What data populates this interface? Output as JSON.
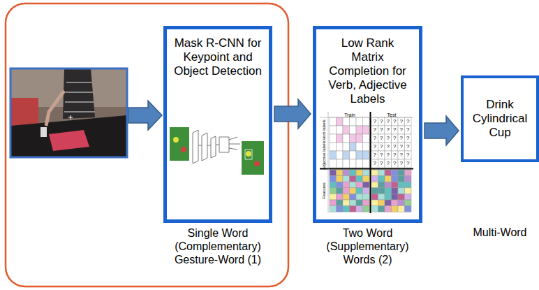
{
  "diagram": {
    "nodes": [
      {
        "text": [
          "Mask R-CNN for Keypoint and Object Detection",
          "Single Word (Complementary) Gesture-Word (1)"
        ]
      },
      {
        "text": [
          "Low Rank Matrix Completion for Verb, Adjective Labels",
          "Two Word (Supplementary) Words (2)"
        ]
      },
      {
        "text": [
          "Drink Cylindrical Cup",
          "Multi-Word"
        ]
      }
    ],
    "edges": [
      {
        "from": 0,
        "to": 1,
        "arrow": "to"
      },
      {
        "from": 1,
        "to": 2,
        "arrow": "to"
      }
    ],
    "labels": [
      "Train",
      "Test",
      "Verb labels",
      "Adjective labels",
      "Features",
      "?",
      "?",
      "?",
      "?",
      "?",
      "?",
      "?",
      "?",
      "?",
      "?",
      "?",
      "?",
      "?",
      "?",
      "?",
      "?",
      "?",
      "?",
      "?",
      "?",
      "?",
      "?",
      "?",
      "?",
      "?",
      "?",
      "?",
      "?",
      "?",
      "?",
      "?",
      "?",
      "?",
      "?",
      "?",
      "?"
    ]
  }
}
